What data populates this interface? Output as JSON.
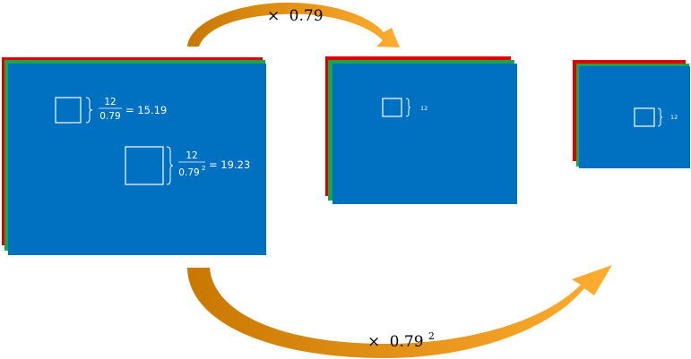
{
  "colors": {
    "layer_red": "#e00000",
    "layer_green": "#1fa34a",
    "layer_blue": "#0070c0",
    "arrow_dark": "#c87800",
    "arrow_light": "#ffad30",
    "box_stroke": "#ffffff",
    "text_on_blue": "#ffffff",
    "label_text": "#000000"
  },
  "top_arrow": {
    "label_prefix": "×",
    "label_value": "0.79"
  },
  "bottom_arrow": {
    "label_prefix": "×",
    "label_value": "0.79",
    "label_exponent": "2"
  },
  "pyramid_levels": [
    {
      "name": "level-1",
      "annotations": [
        {
          "numerator": "12",
          "denominator": "0.79",
          "denominator_exponent": "",
          "result": "= 15.19"
        },
        {
          "numerator": "12",
          "denominator": "0.79",
          "denominator_exponent": "2",
          "result": "= 19.23"
        }
      ]
    },
    {
      "name": "level-2",
      "annotations": [
        {
          "value": "12"
        }
      ]
    },
    {
      "name": "level-3",
      "annotations": [
        {
          "value": "12"
        }
      ]
    }
  ]
}
